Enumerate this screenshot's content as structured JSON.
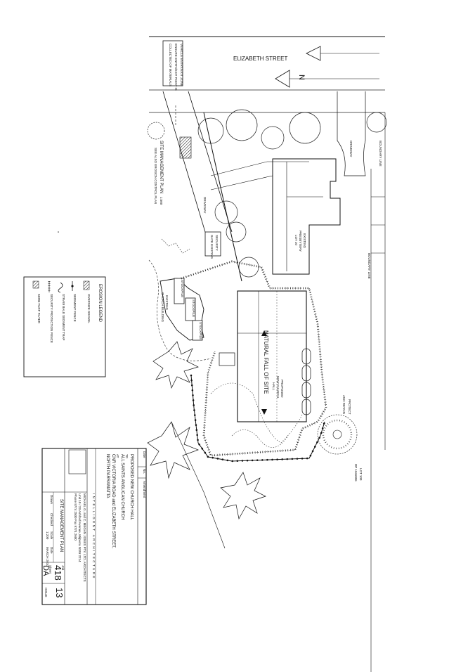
{
  "site": {
    "street_label": "ELIZABETH STREET",
    "north_letter": "N",
    "vehicle_entry_note": [
      "VEHICLE ENTRY/EXIT ZONE",
      "ENSURE ENTRY/EXIT POINT IS",
      "COLLECTED OF MATERIALS"
    ],
    "site_plan_title": "SITE MANAGEMENT PLAN",
    "site_plan_scale": "1:500",
    "site_plan_subtitle": "SEE ALSO EROSION CONTROL PLAN",
    "driveway_label": "DRIVEWAY",
    "existing_presbytery": [
      "EXISTING",
      "PRESBYTERY",
      "LOT 10"
    ],
    "security_gate_note": [
      "SECURITY",
      "GATE EXISTING"
    ],
    "existing_church": [
      "EXISTING",
      "CHURCH BUILDING"
    ],
    "stockpile_label": "STOCKPILE",
    "natural_fall": "NATURAL FALL OF SITE",
    "proposed_hall": [
      "PROPOSED",
      "NEW CHURCH",
      "HALL"
    ],
    "boundary_label": "BOUNDARY LINE",
    "protect_tree": [
      "PROTECT",
      "AND RETAIN"
    ],
    "lot_ref": [
      "LOT 100",
      "DP 1166006"
    ]
  },
  "legend": {
    "title": "EROSION LEGEND",
    "items": [
      {
        "icon": "oversize-gravel-icon",
        "label": "OVERSIZE GRAVEL"
      },
      {
        "icon": "sediment-fence-icon",
        "label": "SEDIMENT FENCE"
      },
      {
        "icon": "straw-bale-icon",
        "label": "STRAW BALE SEDIMENT TRAP"
      },
      {
        "icon": "security-fence-icon",
        "label": "SECURITY PROTECTION FENCE"
      },
      {
        "icon": "kerb-filter-icon",
        "label": "KERB TURF FILTER"
      }
    ]
  },
  "title_block": {
    "amendment_header": [
      "Date",
      "No.",
      "Amendment"
    ],
    "project_lines": [
      "PROPOSED NEW CHURCH HALL",
      "TO",
      "ALL SAINTS ANGLICAN CHURCH",
      "AT",
      "CNR VICTORIA ROAD and ELIZABETH STREET,",
      "NORTH PARRAMATTA"
    ],
    "firm": "INTELLIGENT ARCHITECTURE",
    "firm_detail": [
      "MICHAEL G. and C. MEGAN JONES PTY. LTD. ARCHITECTS",
      "Unit 10 / 23 Ashford Avenue, Milperra NSW 2214",
      "Phone 9774 2500  Fax 9774 2600"
    ],
    "drawing_title": "SITE MANAGEMENT PLAN",
    "job_number": "418",
    "sheet_prefix": "DA",
    "sheet_number": "13",
    "date_label": "MARCH 2010",
    "scale_label": "1:200",
    "fields": [
      "Drawn",
      "Checked",
      "Scale",
      "Date",
      "Job",
      "Sheet"
    ],
    "issue_label": "ISSUE"
  }
}
